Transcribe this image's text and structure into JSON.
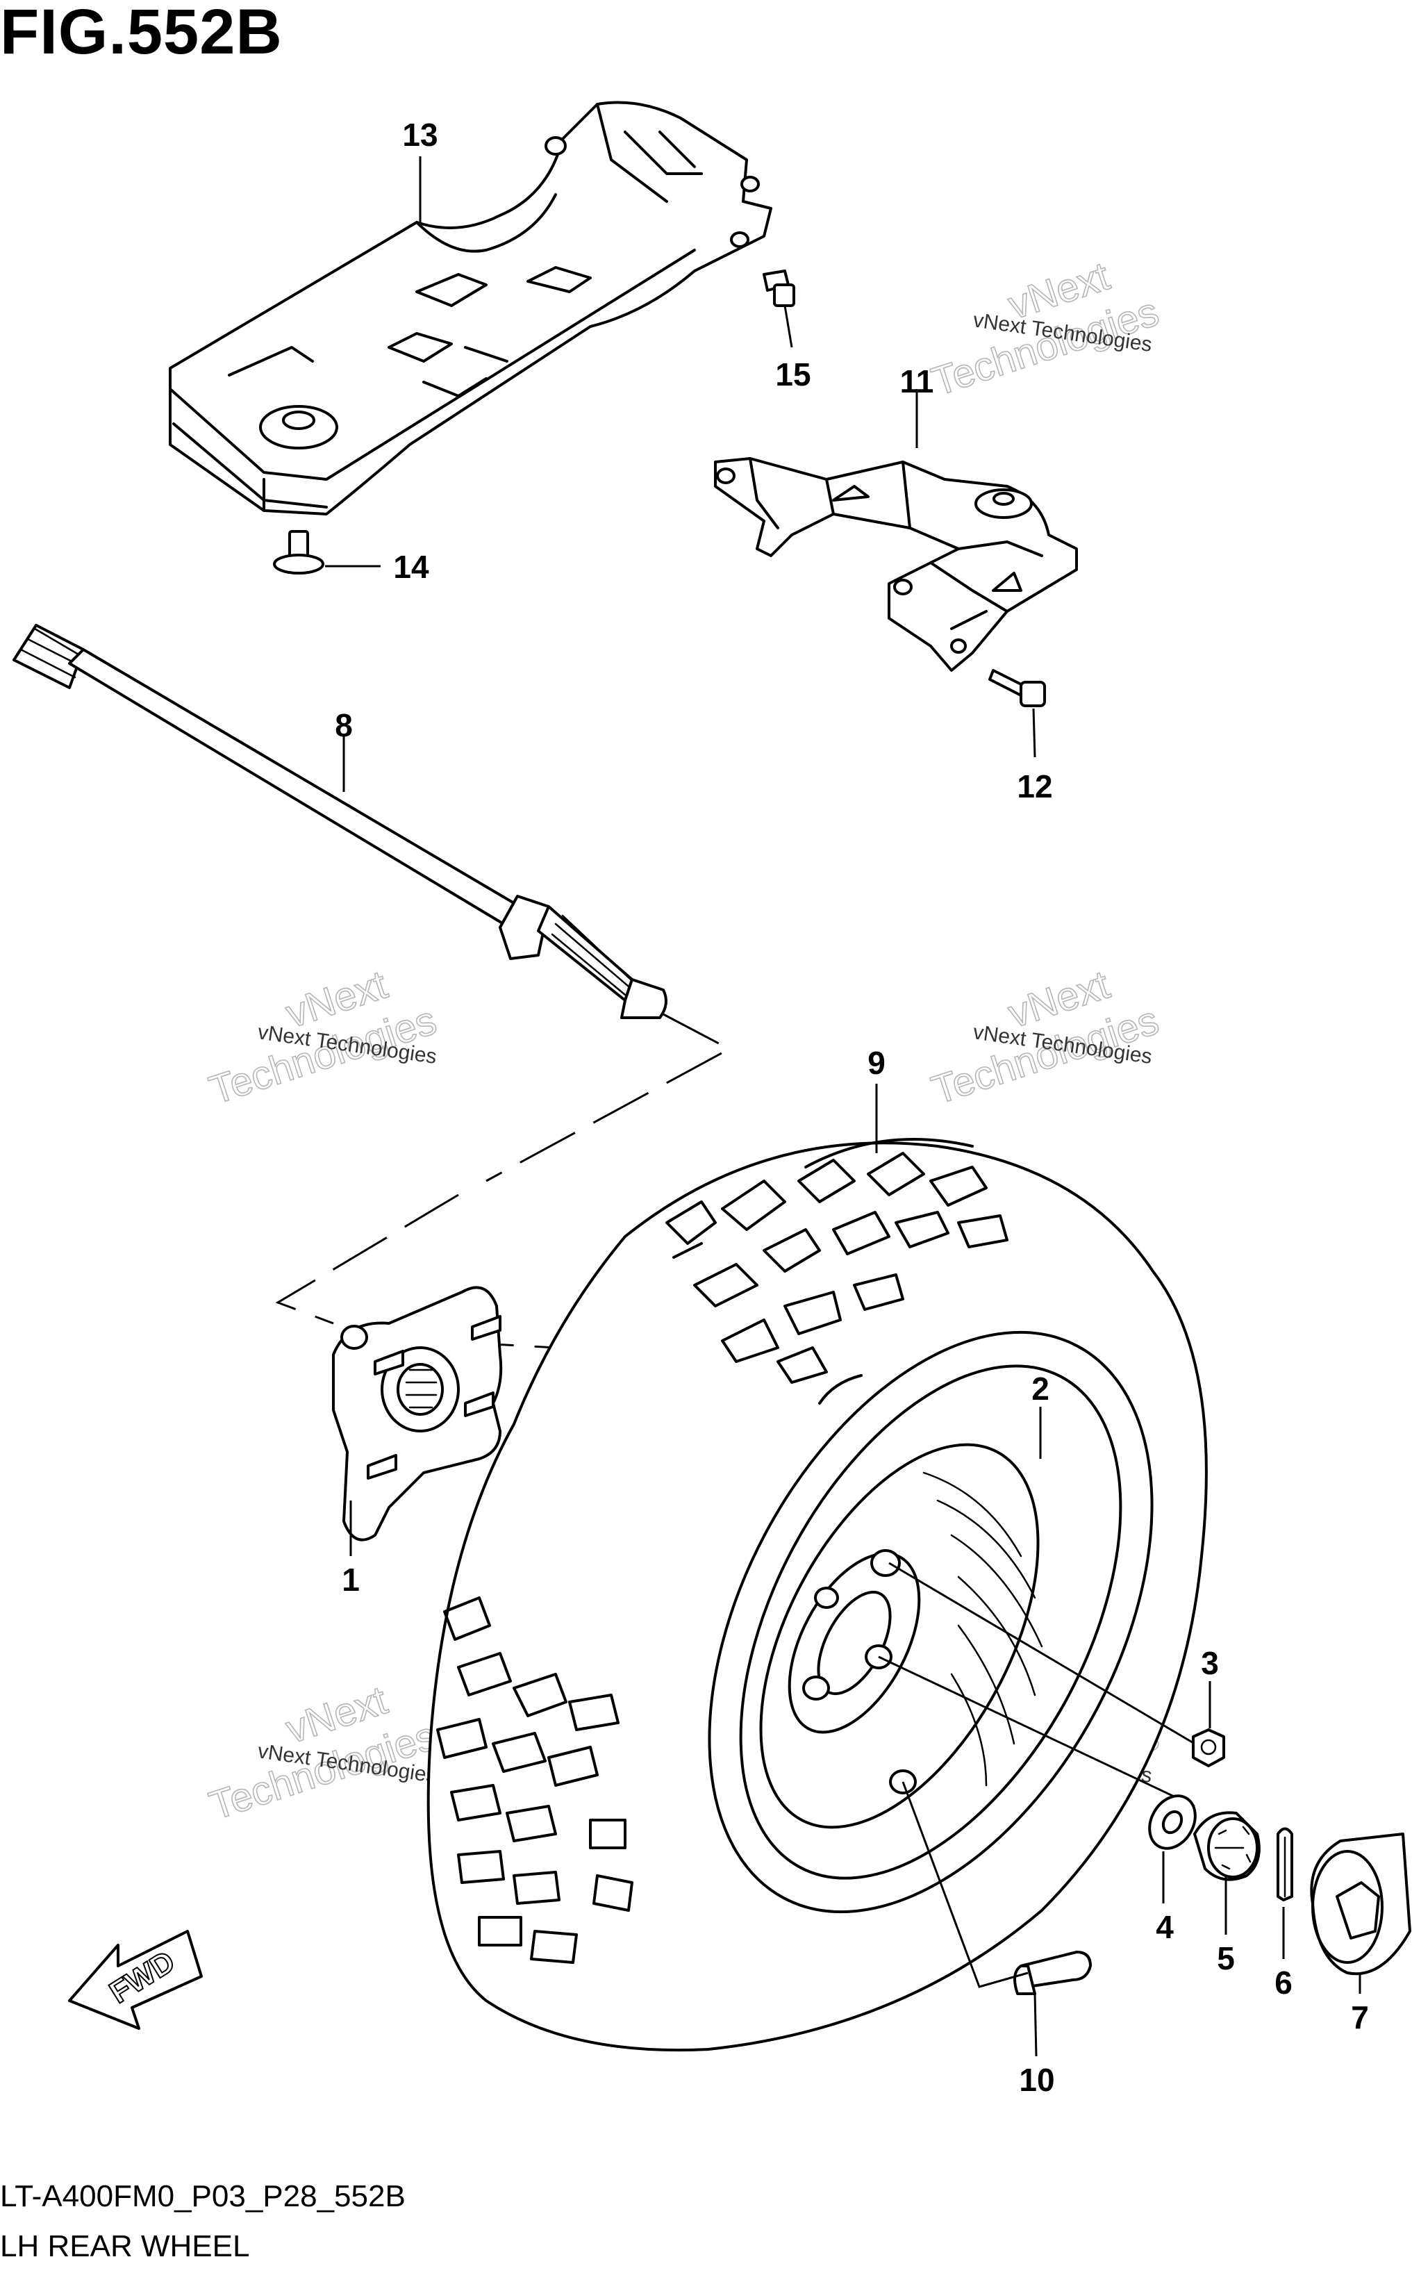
{
  "figure": {
    "title": "FIG.552B",
    "model_code": "LT-A400FM0_P03_P28_552B",
    "section_name": "LH REAR WHEEL"
  },
  "callouts": [
    {
      "id": "1",
      "label": "1",
      "part": "hub"
    },
    {
      "id": "2",
      "label": "2",
      "part": "wheel-rim"
    },
    {
      "id": "3",
      "label": "3",
      "part": "nut"
    },
    {
      "id": "4",
      "label": "4",
      "part": "washer"
    },
    {
      "id": "5",
      "label": "5",
      "part": "castle-nut"
    },
    {
      "id": "6",
      "label": "6",
      "part": "cotter-pin"
    },
    {
      "id": "7",
      "label": "7",
      "part": "hub-cap"
    },
    {
      "id": "8",
      "label": "8",
      "part": "drive-shaft"
    },
    {
      "id": "9",
      "label": "9",
      "part": "tire"
    },
    {
      "id": "10",
      "label": "10",
      "part": "valve-stem"
    },
    {
      "id": "11",
      "label": "11",
      "part": "bracket"
    },
    {
      "id": "12",
      "label": "12",
      "part": "bolt"
    },
    {
      "id": "13",
      "label": "13",
      "part": "skid-plate"
    },
    {
      "id": "14",
      "label": "14",
      "part": "bolt"
    },
    {
      "id": "15",
      "label": "15",
      "part": "bolt"
    }
  ],
  "watermark": {
    "line1": "vNext Technologies",
    "line2a": "vNext",
    "line2b": "Technologies"
  },
  "direction_arrow": {
    "label": "FWD"
  }
}
